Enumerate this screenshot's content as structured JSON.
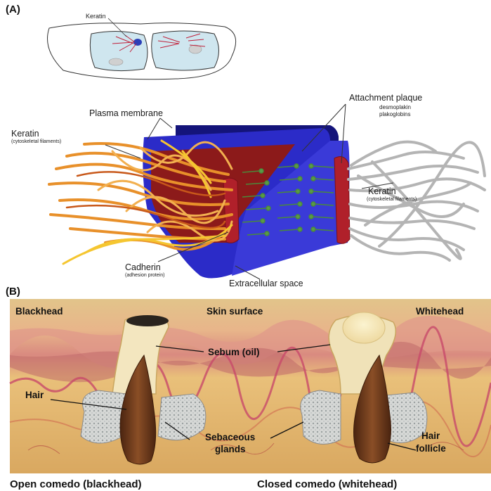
{
  "panel_a": {
    "label": "(A)",
    "inset_keratin": "Keratin",
    "plasma_membrane": "Plasma membrane",
    "keratin_left": "Keratin",
    "keratin_left_sub": "(cytoskeletal filaments)",
    "attachment_plaque": "Attachment plaque",
    "desmoplakin": "desmoplakin",
    "plakoglobins": "plakoglobins",
    "keratin_right": "Keratin",
    "keratin_right_sub": "(cytoskeletal filaments)",
    "cadherin": "Cadherin",
    "cadherin_sub": "(adhesion protein)",
    "extracellular_space": "Extracellular space"
  },
  "panel_b": {
    "label": "(B)",
    "blackhead": "Blackhead",
    "skin_surface": "Skin surface",
    "whitehead": "Whitehead",
    "sebum": "Sebum (oil)",
    "hair": "Hair",
    "sebaceous_line1": "Sebaceous",
    "sebaceous_line2": "glands",
    "hair_follicle_line1": "Hair",
    "hair_follicle_line2": "follicle",
    "open_comedo": "Open comedo (blackhead)",
    "closed_comedo": "Closed comedo (whitehead)"
  },
  "colors": {
    "membrane_blue": "#2b2bc8",
    "membrane_dark": "#14147a",
    "cell_red": "#8c1a1a",
    "plaque_red": "#b0202a",
    "keratin_orange": "#e8902a",
    "keratin_grey": "#b4b4b4",
    "cadherin_green": "#4a8a3a",
    "skin_tan": "#e8c27a",
    "dermis_pink": "#d98a86",
    "hair_brown": "#6b3a1e"
  }
}
